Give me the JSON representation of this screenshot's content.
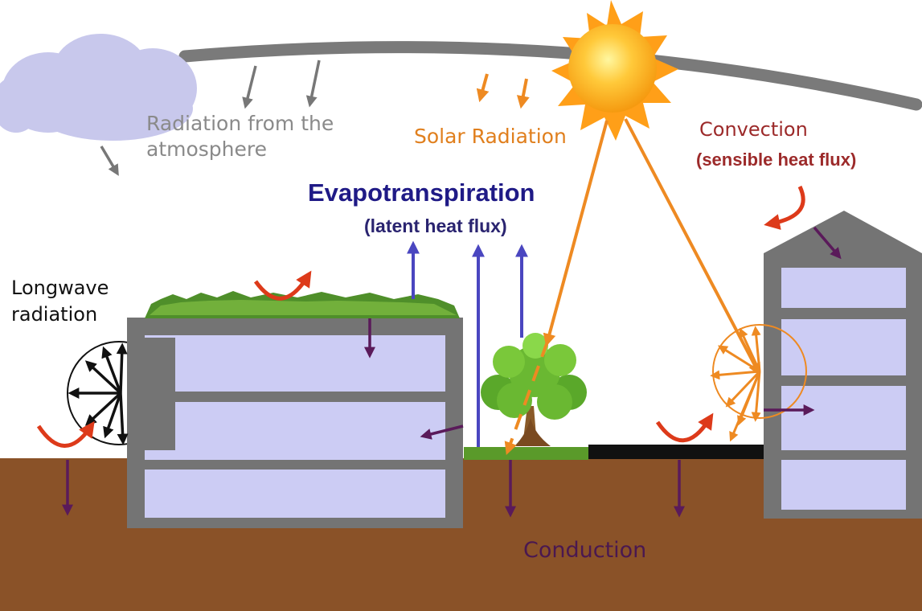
{
  "labels": {
    "atmosphere_line1": "Radiation from the",
    "atmosphere_line2": "atmosphere",
    "solar": "Solar Radiation",
    "convection": "Convection",
    "sensible": "(sensible heat flux)",
    "evapotranspiration": "Evapotranspiration",
    "latent": "(latent heat flux)",
    "longwave_line1": "Longwave",
    "longwave_line2": "radiation",
    "conduction": "Conduction"
  },
  "colors": {
    "sky_band": "#7a7a7a",
    "cloud": "#c8c8ec",
    "ground": "#8a5228",
    "building_frame": "#747474",
    "window": "#ccccf4",
    "grass": "#5a9a2a",
    "pavement": "#111111",
    "solar_arrow": "#ee8a22",
    "convection_arrow": "#dd3a1a",
    "conduction_arrow": "#5a1a5a",
    "latent_arrow": "#4a46c0",
    "atmosphere_arrow": "#777777",
    "longwave_arrow": "#111111",
    "sun": "#ffb020"
  }
}
